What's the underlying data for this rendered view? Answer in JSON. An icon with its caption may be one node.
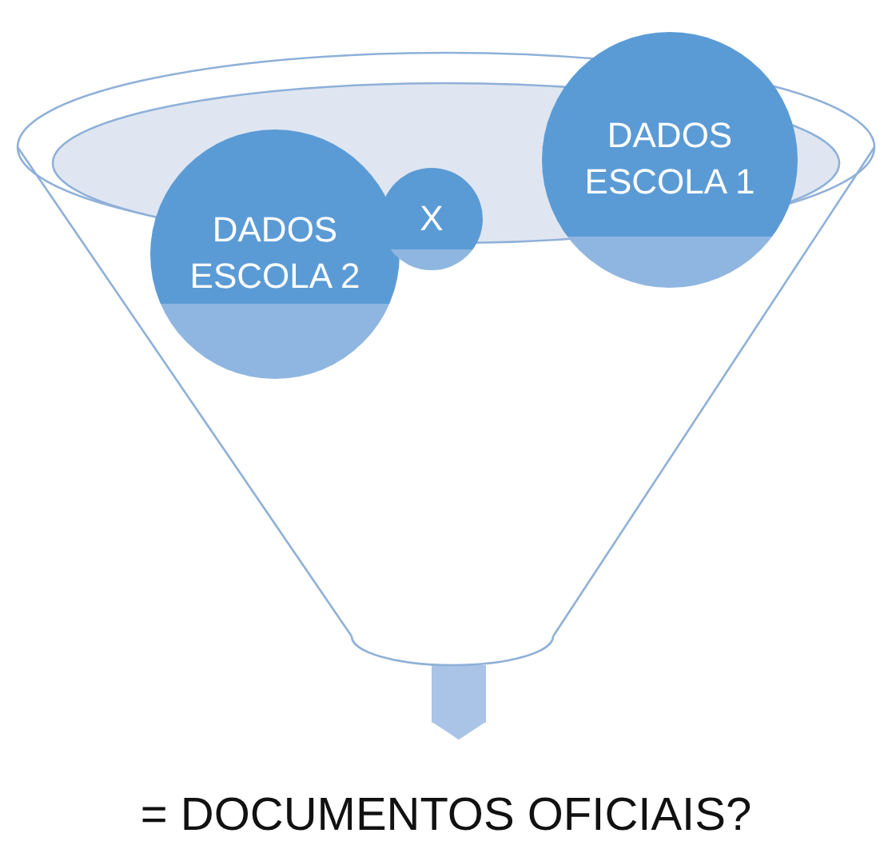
{
  "diagram": {
    "nodes": [
      {
        "text": [],
        "shape": "funnel"
      },
      {
        "text": [
          "DADOS ESCOLA 2"
        ],
        "in": 0
      },
      {
        "text": [
          "X"
        ],
        "in": 0
      },
      {
        "text": [
          "DADOS ESCOLA 1"
        ],
        "in": 0
      },
      {
        "text": [
          "= DOCUMENTOS OFICIAIS?"
        ]
      }
    ],
    "edges": [
      {
        "from": 0,
        "to": 4,
        "arrow": "to"
      }
    ]
  }
}
